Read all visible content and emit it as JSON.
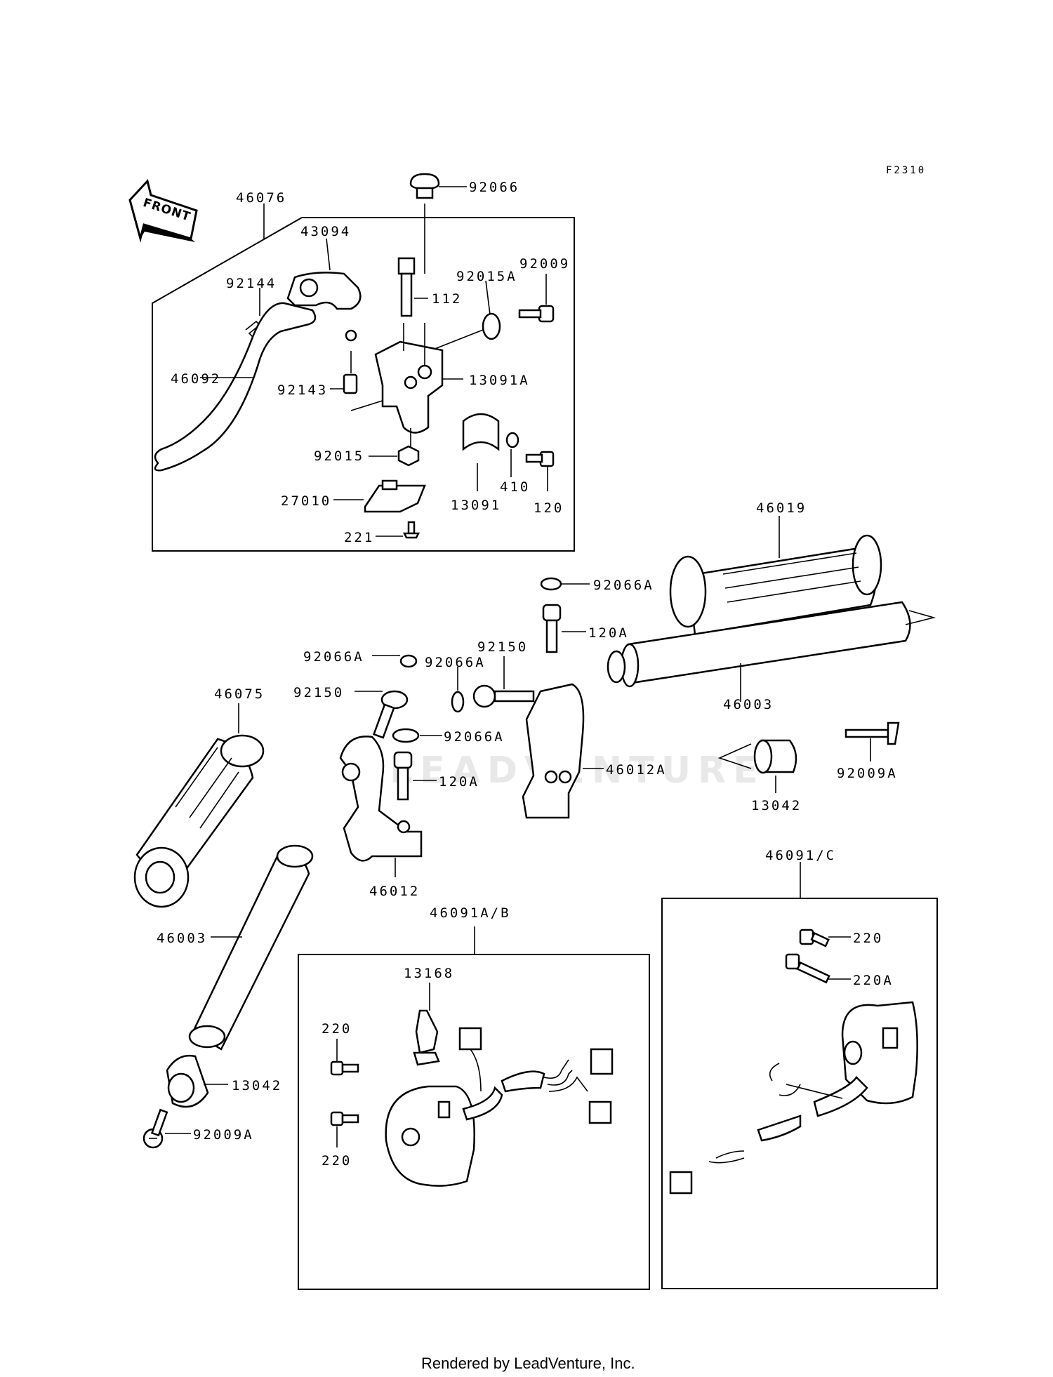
{
  "diagram": {
    "sheet_code": "F2310",
    "direction_label": "FRONT",
    "watermark": "LEADVENTURE",
    "footer": "Rendered by LeadVenture, Inc.",
    "callouts": {
      "c92066": "92066",
      "c46076": "46076",
      "c43094": "43094",
      "c92144": "92144",
      "c112": "112",
      "c92015A": "92015A",
      "c92009": "92009",
      "c46092": "46092",
      "c92143": "92143",
      "c13091A": "13091A",
      "c92015": "92015",
      "c410": "410",
      "c13091": "13091",
      "c120": "120",
      "c27010": "27010",
      "c221": "221",
      "c46019": "46019",
      "c92066A_top": "92066A",
      "c120A_top": "120A",
      "c92150_top": "92150",
      "c92066A_left": "92066A",
      "c92066A_mid": "92066A",
      "c92150_left": "92150",
      "c46003_right": "46003",
      "c46075": "46075",
      "c92066A_low": "92066A",
      "c46012A": "46012A",
      "c120A_low": "120A",
      "c13042_right": "13042",
      "c92009A_right": "92009A",
      "c46012": "46012",
      "c46091C": "46091/C",
      "c46003_left": "46003",
      "c46091AB": "46091A/B",
      "c220_right": "220",
      "c220A": "220A",
      "c13168": "13168",
      "c13042_left": "13042",
      "c220_a": "220",
      "c220_b": "220",
      "c92009A_left": "92009A"
    }
  }
}
